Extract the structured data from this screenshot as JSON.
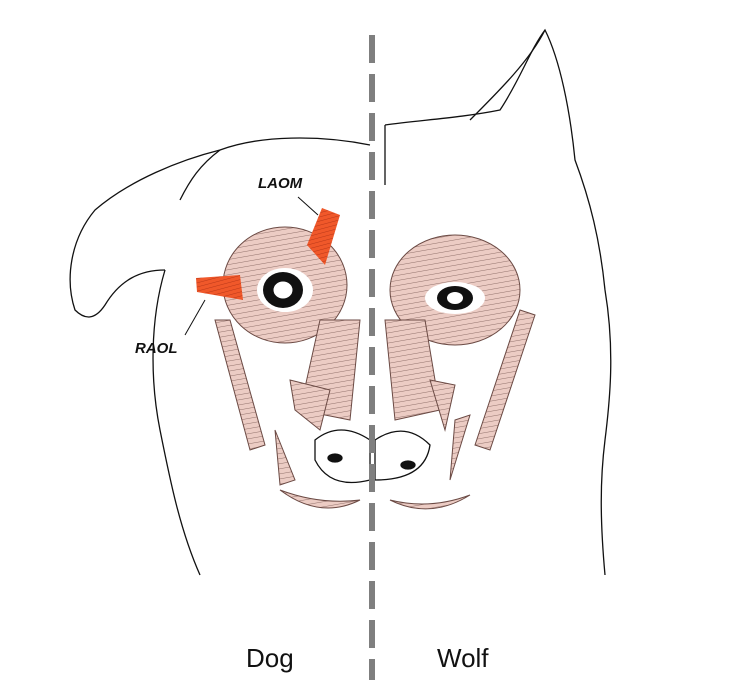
{
  "labels": {
    "laom": "LAOM",
    "raol": "RAOL"
  },
  "captions": {
    "left": "Dog",
    "right": "Wolf"
  },
  "colors": {
    "muscle": "#ecccc4",
    "muscle_line": "#6b4a44",
    "highlight": "#f0582a",
    "divider": "#7f7f7f",
    "ink": "#111111"
  }
}
